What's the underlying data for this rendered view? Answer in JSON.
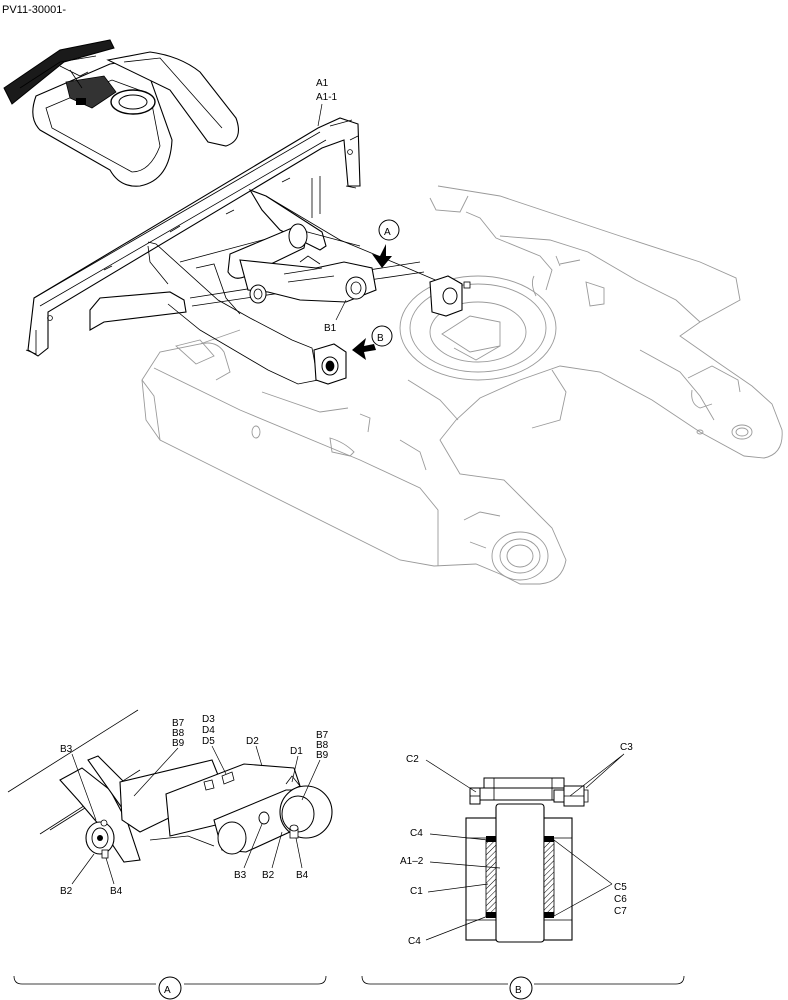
{
  "document_id": "PV11-30001-",
  "overview": {
    "labels": {
      "a1": "A1",
      "a1_1": "A1-1",
      "b1": "B1",
      "view_a": "A",
      "view_b": "B"
    }
  },
  "detail_a": {
    "labels": {
      "b3_left": "B3",
      "b2_left": "B2",
      "b4_left": "B4",
      "b7_1": "B7",
      "b8_1": "B8",
      "b9_1": "B9",
      "d3": "D3",
      "d4": "D4",
      "d5": "D5",
      "d2": "D2",
      "d1": "D1",
      "b7_2": "B7",
      "b8_2": "B8",
      "b9_2": "B9",
      "b3_right": "B3",
      "b2_right": "B2",
      "b4_right": "B4"
    },
    "caption": "A"
  },
  "detail_b": {
    "labels": {
      "c2": "C2",
      "c3": "C3",
      "c4_top": "C4",
      "a1_2": "A1–2",
      "c1": "C1",
      "c4_bottom": "C4",
      "c5": "C5",
      "c6": "C6",
      "c7": "C7"
    },
    "caption": "B"
  }
}
